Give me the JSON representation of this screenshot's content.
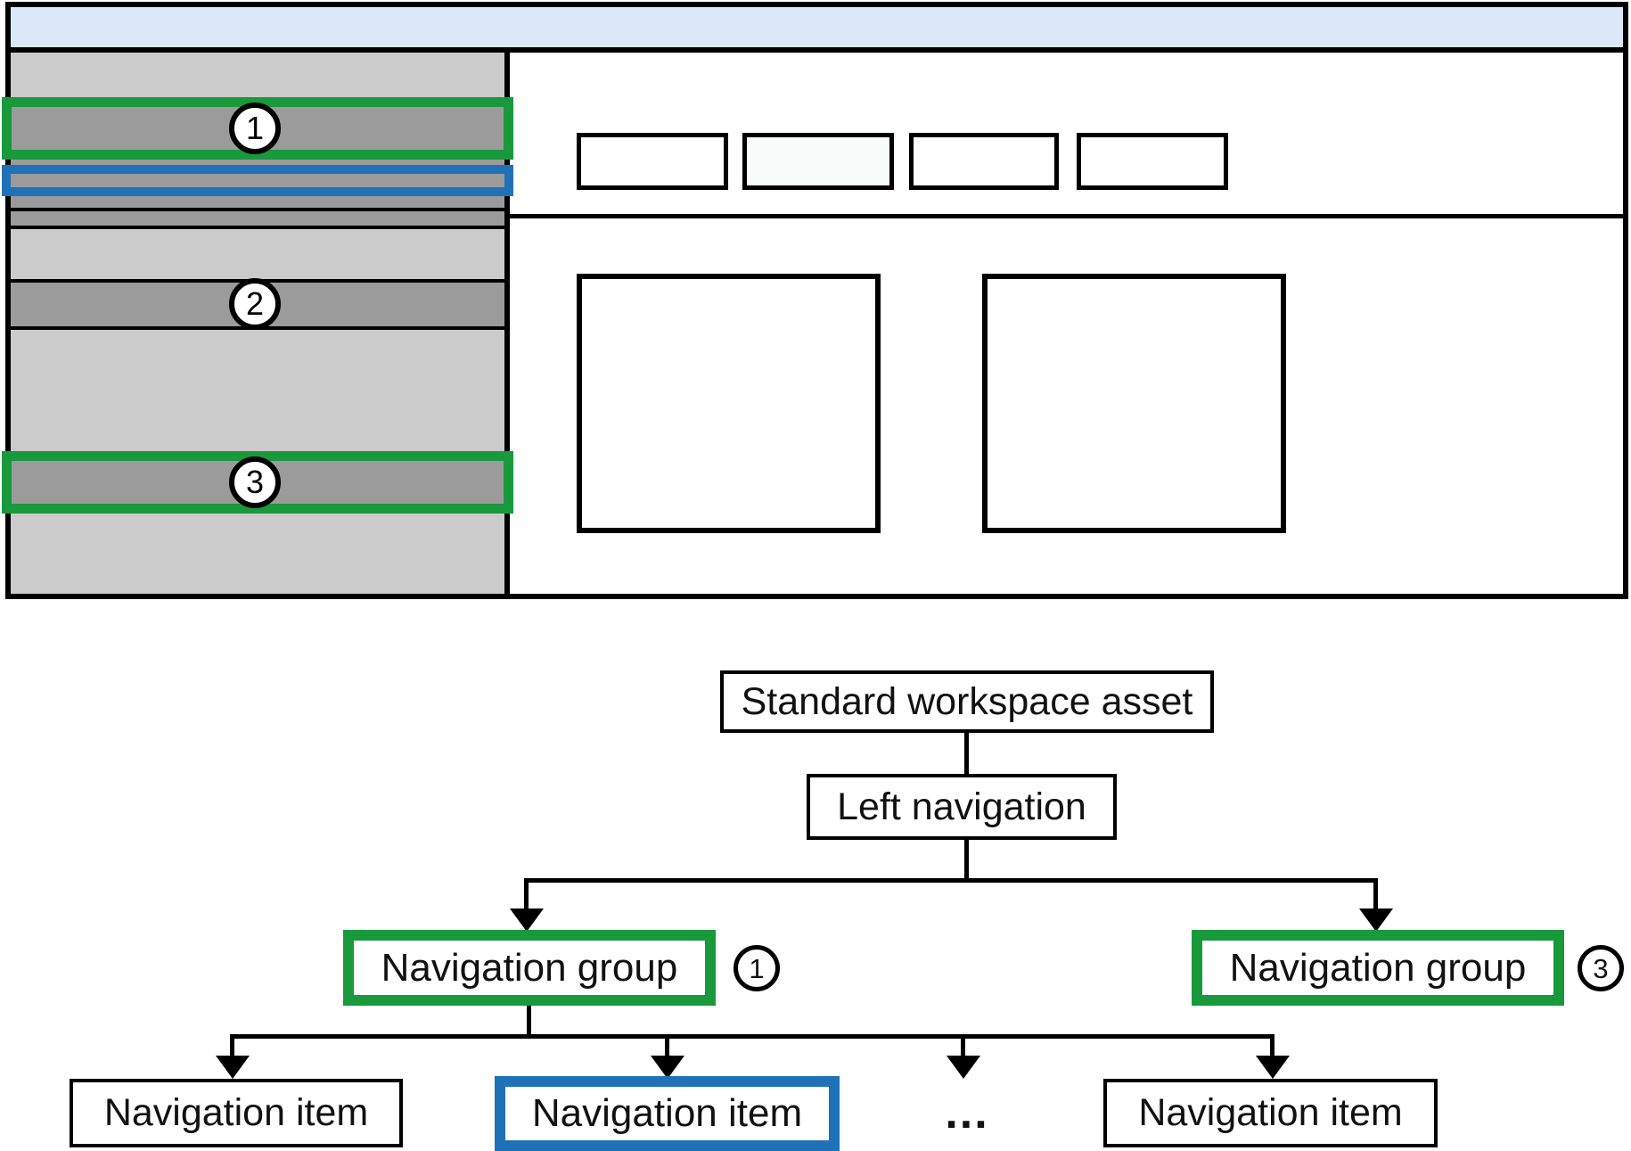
{
  "figure": {
    "wireframe": {
      "badges": {
        "one": "1",
        "two": "2",
        "three": "3"
      }
    },
    "tree": {
      "root_label": "Standard workspace asset",
      "left_nav_label": "Left navigation",
      "groups": [
        {
          "label": "Navigation group",
          "badge": "1"
        },
        {
          "label": "Navigation group",
          "badge": "3"
        }
      ],
      "items": [
        {
          "label": "Navigation item"
        },
        {
          "label": "Navigation item"
        },
        {
          "label": "..."
        },
        {
          "label": "Navigation item"
        }
      ]
    },
    "colors": {
      "highlight_green": "#18993B",
      "highlight_blue": "#1F72B8",
      "top_bar_blue": "#dbe8f7",
      "sidebar_gray": "#cbcbcb",
      "row_gray": "#9b9b9b",
      "tab_mint": "#f7fbf9"
    }
  }
}
